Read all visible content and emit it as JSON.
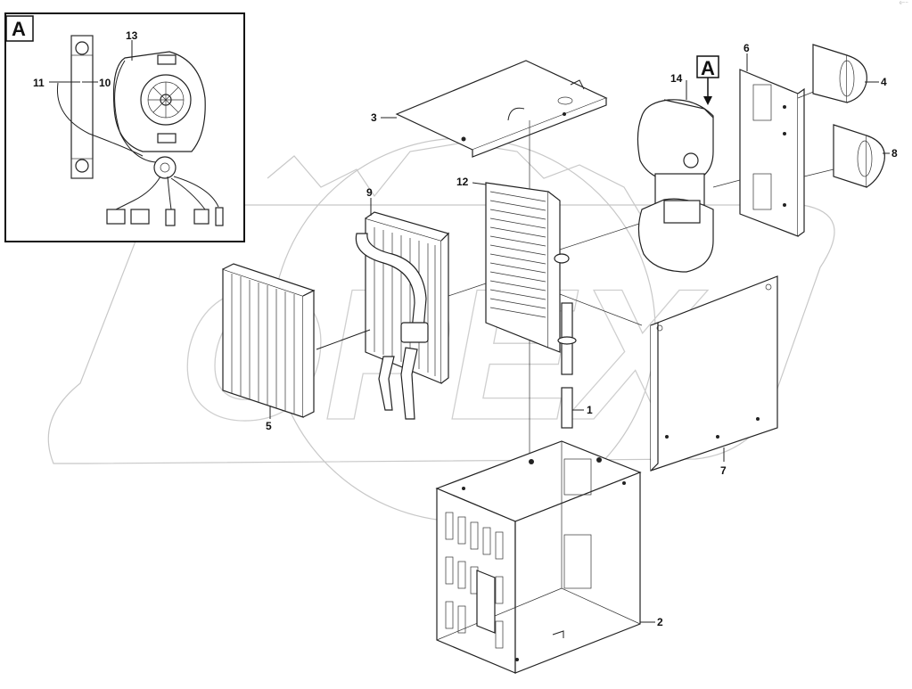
{
  "corner_mark": "ᵉ⁻⁻",
  "callouts": {
    "view_ref": "A",
    "inset_ref": "A",
    "n1": "1",
    "n2": "2",
    "n3": "3",
    "n4": "4",
    "n5": "5",
    "n6": "6",
    "n7": "7",
    "n8": "8",
    "n9": "9",
    "n10": "10",
    "n11": "11",
    "n12": "12",
    "n13": "13",
    "n14": "14"
  },
  "watermark": "OPEX"
}
